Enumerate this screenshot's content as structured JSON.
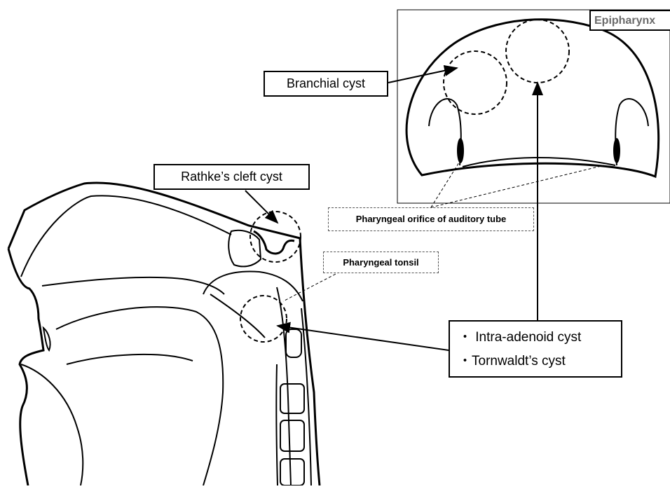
{
  "labels": {
    "epipharynx": "Epipharynx",
    "branchial_cyst": "Branchial cyst",
    "rathke_cleft_cyst": "Rathke’s cleft cyst",
    "pharyngeal_orifice": "Pharyngeal orifice of auditory tube",
    "pharyngeal_tonsil": "Pharyngeal tonsil",
    "intra_adenoid_cyst": "・ Intra-adenoid cyst",
    "tornwaldt_cyst": "・Tornwaldt’s cyst"
  },
  "colors": {
    "line": "#000000",
    "dashed_box": "#555555",
    "epipharynx_text": "#6b6b6b",
    "background": "#ffffff"
  }
}
